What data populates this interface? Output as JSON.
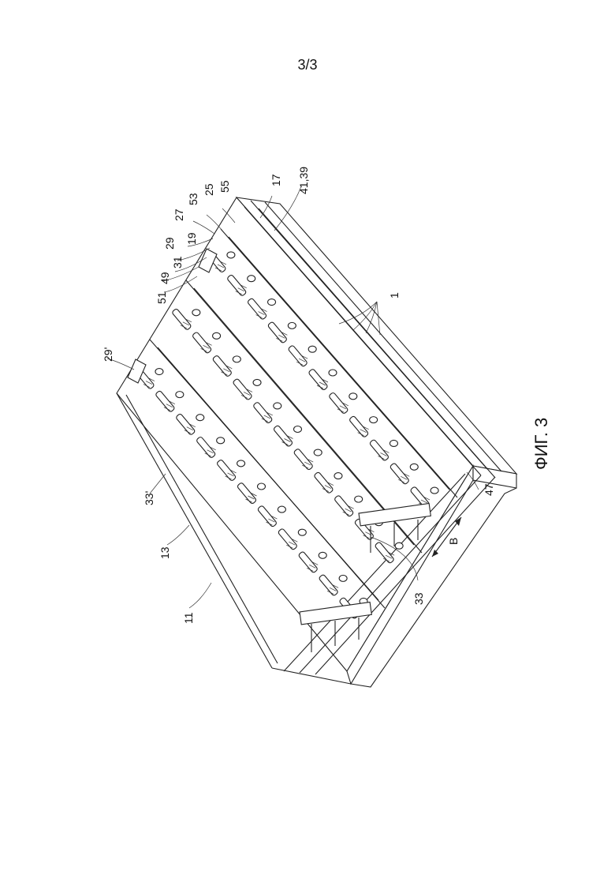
{
  "page": {
    "sheet_number": "3/3"
  },
  "figure": {
    "caption": "ФИГ. 3",
    "reference_numerals": [
      "1",
      "11",
      "13",
      "17",
      "19",
      "25",
      "27",
      "29",
      "29'",
      "31",
      "33",
      "33'",
      "41,39",
      "47",
      "49",
      "51",
      "53",
      "55",
      "В"
    ]
  }
}
